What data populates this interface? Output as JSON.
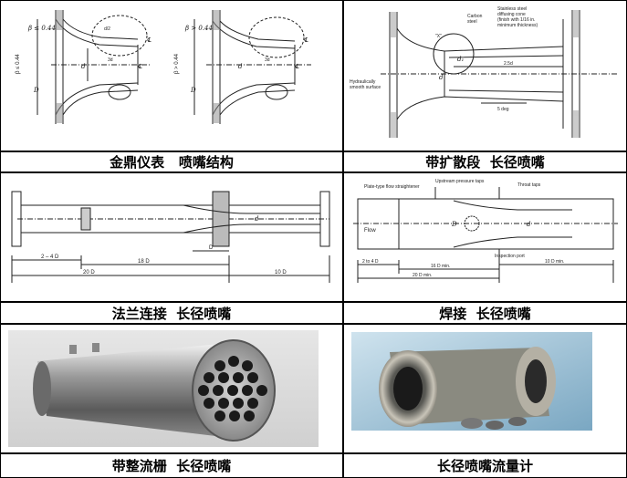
{
  "captions": {
    "c1": "金鼎仪表   喷嘴结构",
    "c2": "带扩散段  长径喷嘴",
    "c3": "法兰连接  长径喷嘴",
    "c4": "焊接  长径喷嘴",
    "c5": "带整流栅  长径喷嘴",
    "c6": "长径喷嘴流量计"
  },
  "d1": {
    "left_beta": "β ≤ 0.44",
    "right_beta": "β > 0.44",
    "left_ratio": "β ≤ 0.44",
    "right_ratio": "β > 0.44",
    "D": "D",
    "d": "d",
    "cl": "℄",
    "three_d": "3d",
    "half_d": "d/2"
  },
  "d2": {
    "stainless": "Stainless steel",
    "diffusing": "diffusing cone",
    "finish": "(finish with 1/16 in.",
    "thickness": "minimum thickness)",
    "carbon": "Carbon",
    "steel": "steel",
    "x": "\"X\"",
    "hydraulic": "Hydraulically",
    "smooth": "smooth surface",
    "d": "d",
    "dd": "d₁",
    "d25": "2.5d",
    "deg": "5 deg"
  },
  "d3": {
    "a": "2 – 4 D",
    "b": "18 D",
    "c": "20 D",
    "e": "D",
    "f": "10 D",
    "g": "d"
  },
  "d4": {
    "plate": "Plate-type flow straightener",
    "upstream": "Upstream pressure taps",
    "throat": "Throat taps",
    "flow": "Flow",
    "insp": "Inspection port",
    "a": "2 to 4 D",
    "b": "16 D min.",
    "c": "20 D min.",
    "e": "10 D min.",
    "dd": "D",
    "d": "d"
  }
}
